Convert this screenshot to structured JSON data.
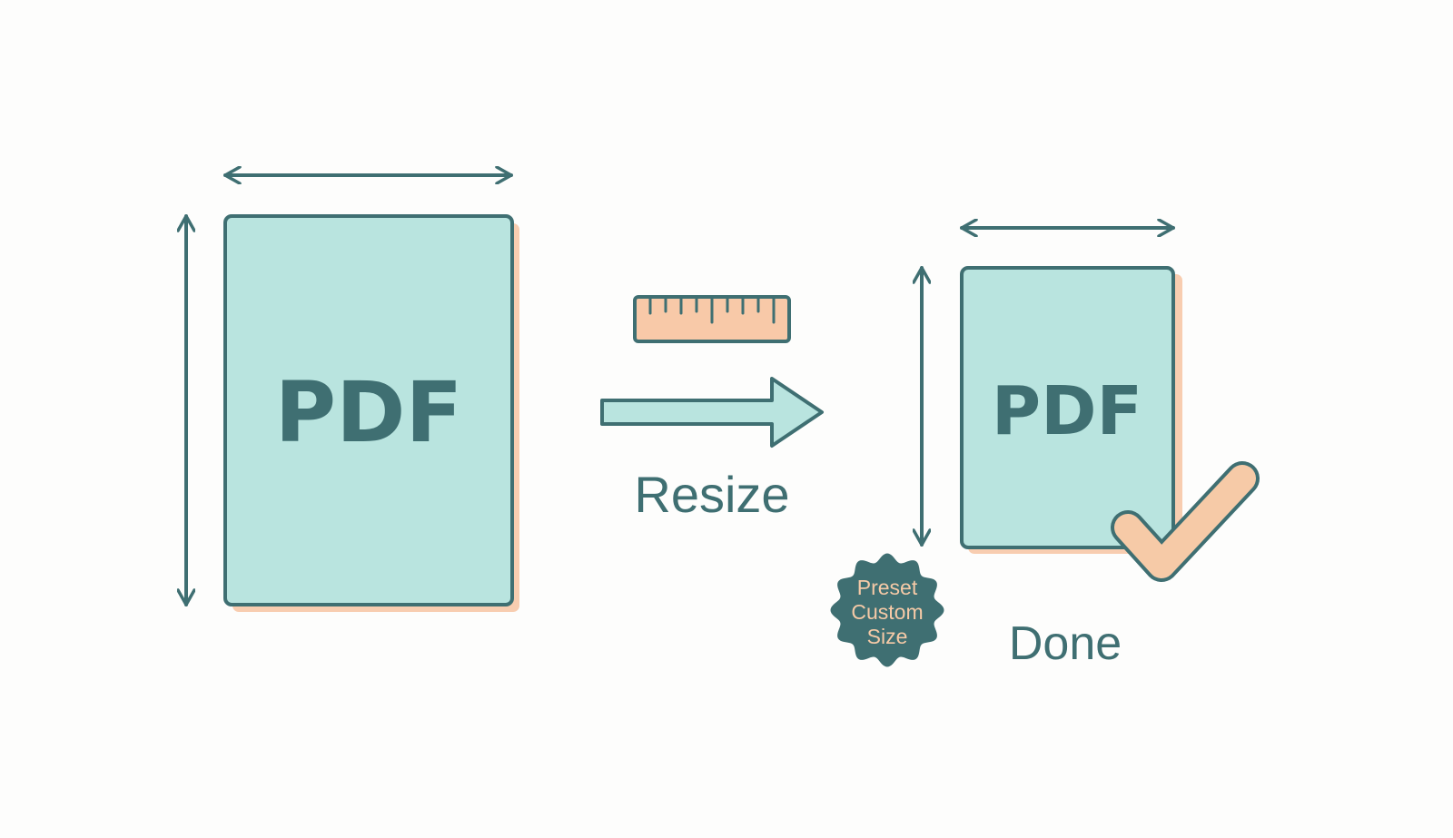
{
  "source_document": {
    "label": "PDF"
  },
  "process": {
    "label": "Resize"
  },
  "result_document": {
    "label": "PDF",
    "status_label": "Done"
  },
  "badge": {
    "line1": "Preset",
    "line2": "Custom",
    "line3": "Size"
  },
  "colors": {
    "page_fill": "#b9e4df",
    "outline": "#3f6f72",
    "shadow": "#f8cdb0",
    "accent": "#f6caa7",
    "background": "#fdfdfc"
  },
  "icons": {
    "ruler": "ruler-icon",
    "check": "check-icon",
    "arrow": "right-arrow-icon"
  }
}
